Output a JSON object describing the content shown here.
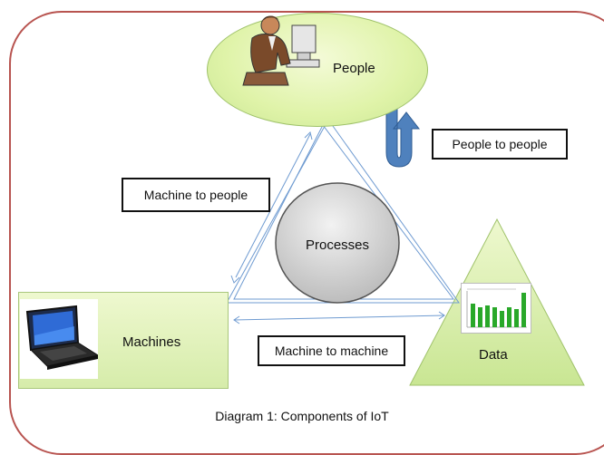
{
  "diagram": {
    "nodes": {
      "people": "People",
      "processes": "Processes",
      "machines": "Machines",
      "data": "Data"
    },
    "connections": {
      "machine_to_people": "Machine to people",
      "people_to_people": "People to people",
      "machine_to_machine": "Machine to machine"
    },
    "caption": "Diagram 1: Components of IoT"
  },
  "icons": {
    "person": "person-at-computer-icon",
    "laptop": "laptop-icon",
    "chart": "bar-chart-icon",
    "u_arrow": "u-turn-arrow-icon"
  },
  "colors": {
    "node_fill": "#dff3a8",
    "frame": "#b85450",
    "arrow": "#5b8dc9",
    "processes_fill": "#cfcfcf",
    "bar": "#29a829"
  }
}
